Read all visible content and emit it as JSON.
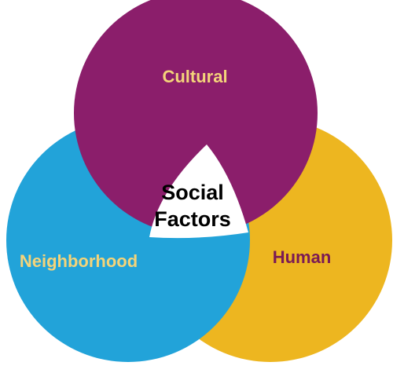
{
  "center": {
    "line1": "Social",
    "line2": "Factors"
  },
  "circles": {
    "cultural": {
      "label": "Cultural",
      "fill": "#8B1E6B",
      "label_color": "#F4D47A"
    },
    "neighborhood": {
      "label": "Neighborhood",
      "fill": "#22A3D9",
      "label_color": "#F4D47A"
    },
    "human": {
      "label": "Human",
      "fill": "#EDB620",
      "label_color": "#7A1A55"
    }
  }
}
